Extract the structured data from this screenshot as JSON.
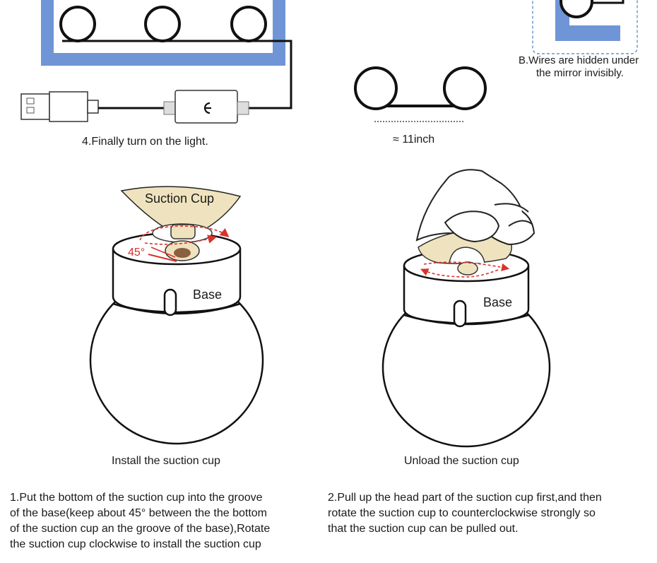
{
  "step4": {
    "caption": "4.Finally turn on the light."
  },
  "spacing": {
    "label": "≈ 11inch"
  },
  "note_b": {
    "line1": "B.Wires are hidden under",
    "line2": "the mirror invisibly."
  },
  "install": {
    "cup_label": "Suction Cup",
    "angle_label": "45°",
    "base_label": "Base",
    "caption": "Install the suction cup",
    "instructions": [
      "1.Put the bottom of the suction cup into the groove",
      "of the base(keep about 45° between the the bottom",
      "of the suction cup an the groove of the base),Rotate",
      "the suction cup clockwise to install the suction cup"
    ]
  },
  "unload": {
    "base_label": "Base",
    "caption": "Unload the suction cup",
    "instructions": [
      "2.Pull up the head part of the suction cup first,and then",
      "rotate the suction cup to counterclockwise strongly so",
      "that the suction cup can be pulled out."
    ]
  },
  "colors": {
    "mirror_frame": "#6f95d6",
    "cup_fill": "#efe3bf",
    "arrow_red": "#d9322a",
    "line_dark": "#111111"
  }
}
